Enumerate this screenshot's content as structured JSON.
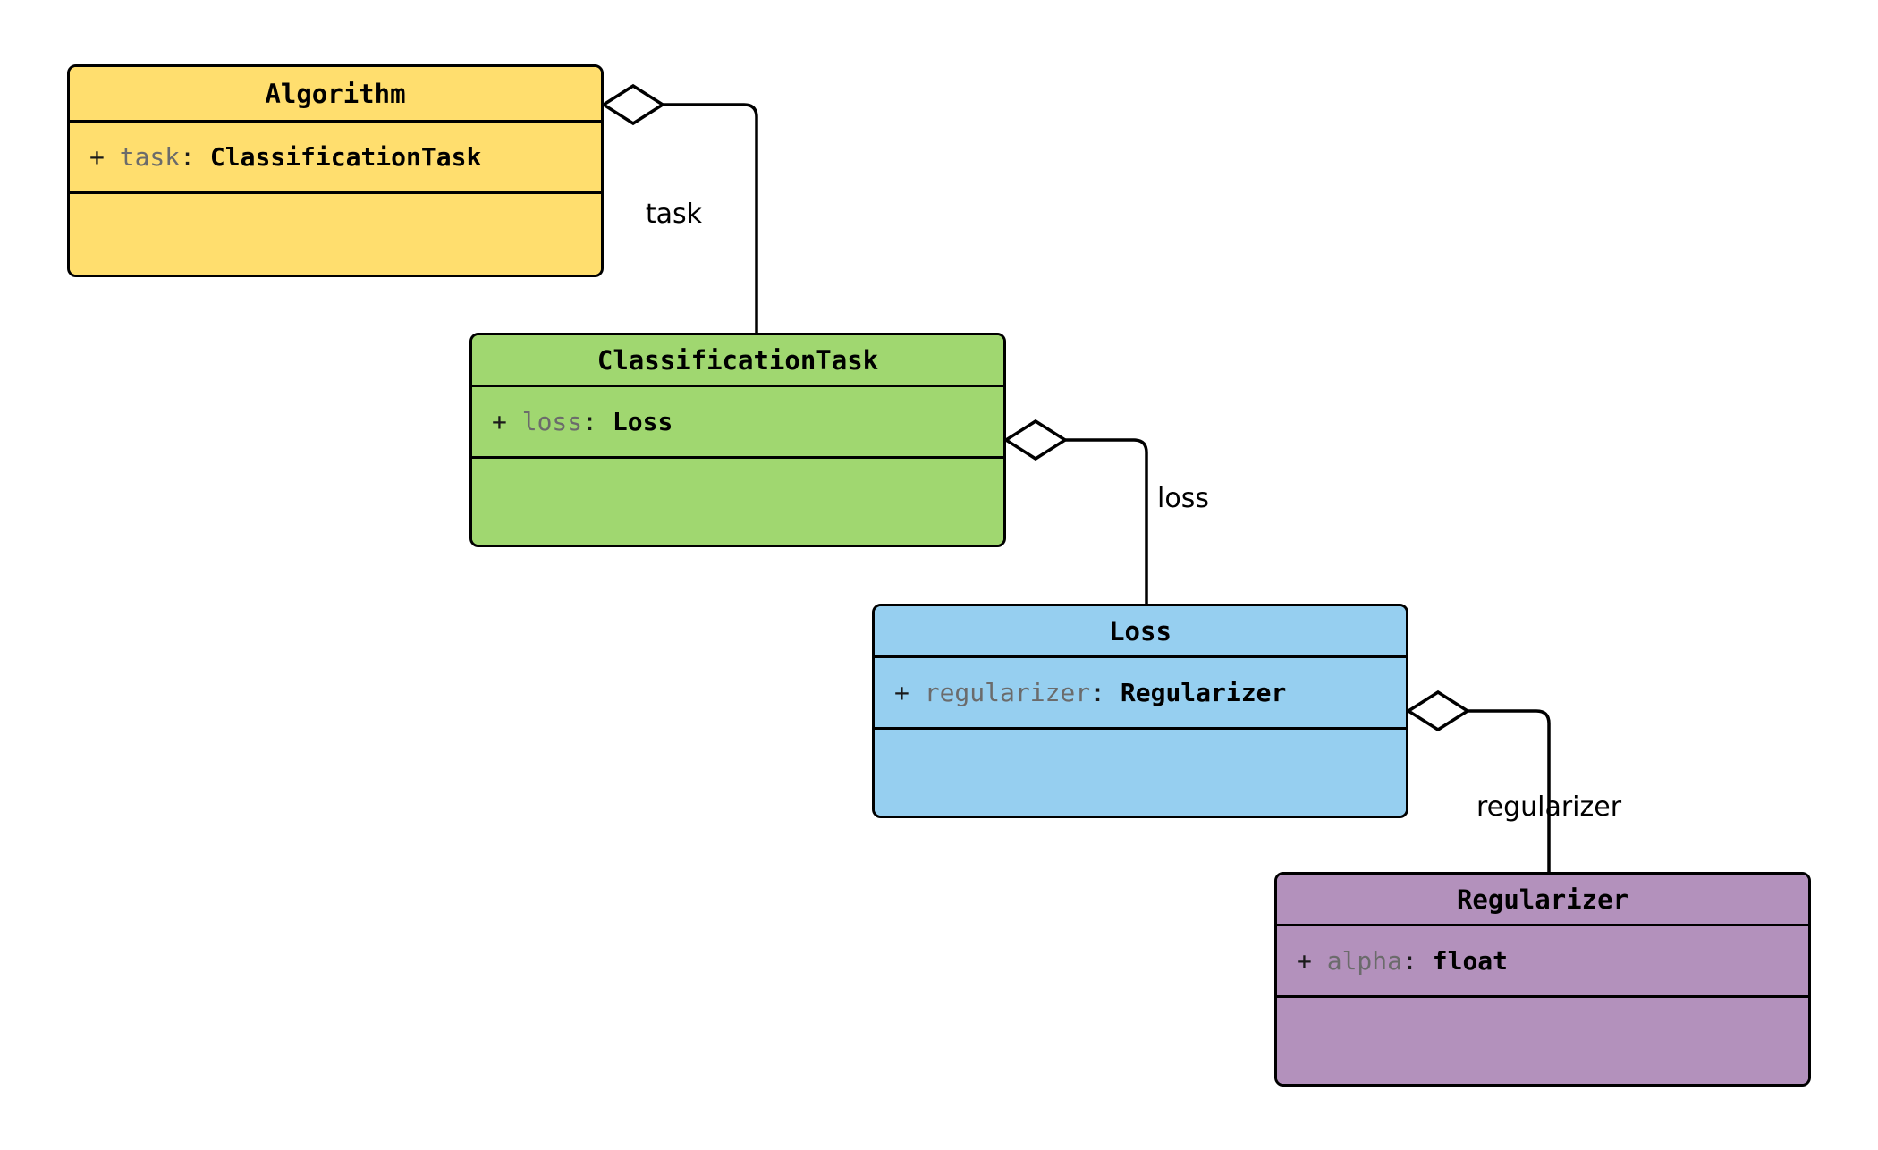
{
  "diagram": {
    "type": "uml-class-diagram",
    "background": "#ffffff",
    "stroke": "#000000"
  },
  "classes": [
    {
      "id": "algorithm",
      "name": "Algorithm",
      "fill": "#FFDE6E",
      "attribute": {
        "visibility": "+",
        "name": "task",
        "separator": ":",
        "type": "ClassificationTask"
      },
      "methods": []
    },
    {
      "id": "classification-task",
      "name": "ClassificationTask",
      "fill": "#A0D770",
      "attribute": {
        "visibility": "+",
        "name": "loss",
        "separator": ":",
        "type": "Loss"
      },
      "methods": []
    },
    {
      "id": "loss",
      "name": "Loss",
      "fill": "#96CFF0",
      "attribute": {
        "visibility": "+",
        "name": "regularizer",
        "separator": ":",
        "type": "Regularizer"
      },
      "methods": []
    },
    {
      "id": "regularizer",
      "name": "Regularizer",
      "fill": "#B391BC",
      "attribute": {
        "visibility": "+",
        "name": "alpha",
        "separator": ":",
        "type": "float"
      },
      "methods": []
    }
  ],
  "relations": [
    {
      "id": "algorithm-task",
      "label": "task",
      "kind": "aggregation",
      "from": "algorithm",
      "to": "classification-task"
    },
    {
      "id": "classificationtask-loss",
      "label": "loss",
      "kind": "aggregation",
      "from": "classification-task",
      "to": "loss"
    },
    {
      "id": "loss-regularizer",
      "label": "regularizer",
      "kind": "aggregation",
      "from": "loss",
      "to": "regularizer"
    }
  ]
}
